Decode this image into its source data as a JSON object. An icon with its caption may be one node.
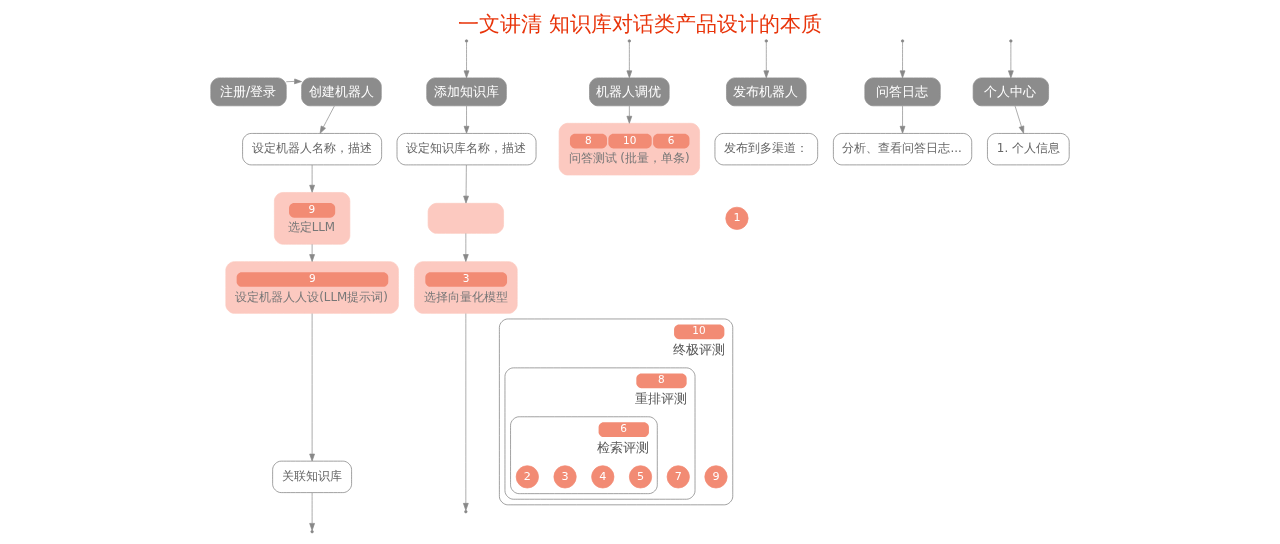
{
  "diagram": {
    "title": "一文讲清 知识库对话类产品设计的本质",
    "nodes": [
      {
        "text": [
          "注册/登录"
        ]
      },
      {
        "text": [
          "创建机器人"
        ]
      },
      {
        "text": [
          "添加知识库"
        ]
      },
      {
        "text": [
          "机器人调优"
        ]
      },
      {
        "text": [
          "发布机器人"
        ]
      },
      {
        "text": [
          "问答日志"
        ]
      },
      {
        "text": [
          "个人中心"
        ]
      },
      {
        "text": [
          "设定机器人名称，描述"
        ]
      },
      {
        "text": [
          "9",
          "选定LLM"
        ]
      },
      {
        "text": [
          "9",
          "设定机器人人设(LLM提示词)"
        ]
      },
      {
        "text": [
          "关联知识库"
        ]
      },
      {
        "text": [
          "设定知识库名称，描述"
        ]
      },
      {
        "text": [],
        "shape": "box"
      },
      {
        "text": [
          "3",
          "选择向量化模型"
        ]
      },
      {
        "text": [
          "8",
          "10",
          "6",
          "问答测试 (批量，单条)"
        ]
      },
      {
        "text": [
          "发布到多渠道："
        ]
      },
      {
        "text": [
          "分析、查看问答日志..."
        ]
      },
      {
        "text": [
          "1. 个人信息"
        ]
      },
      {
        "text": [
          "10",
          "终极评测"
        ]
      },
      {
        "text": [
          "8",
          "重排评测"
        ],
        "in": 18
      },
      {
        "text": [
          "6",
          "检索评测"
        ],
        "in": 19
      }
    ],
    "edges": [
      {
        "from": 0,
        "to": 1,
        "arrow": "to"
      },
      {
        "from": 1,
        "to": 7,
        "arrow": "to"
      },
      {
        "from": 7,
        "to": 8,
        "arrow": "to"
      },
      {
        "from": 8,
        "to": 9,
        "arrow": "to"
      },
      {
        "from": 9,
        "to": 10,
        "arrow": "to"
      },
      {
        "from": 10,
        "to": null,
        "arrow": "to"
      },
      {
        "from": null,
        "to": 2,
        "arrow": "to"
      },
      {
        "from": 2,
        "to": 11,
        "arrow": "to"
      },
      {
        "from": 11,
        "to": 12,
        "arrow": "to"
      },
      {
        "from": 12,
        "to": 13,
        "arrow": "to"
      },
      {
        "from": 13,
        "to": null,
        "arrow": "to"
      },
      {
        "from": null,
        "to": 3,
        "arrow": "to"
      },
      {
        "from": 3,
        "to": 14,
        "arrow": "to"
      },
      {
        "from": null,
        "to": 4,
        "arrow": "to"
      },
      {
        "from": null,
        "to": 5,
        "arrow": "to"
      },
      {
        "from": 5,
        "to": 16,
        "arrow": "to"
      },
      {
        "from": null,
        "to": 6,
        "arrow": "to"
      },
      {
        "from": 6,
        "to": 17,
        "arrow": "to"
      }
    ],
    "labels": [
      "1",
      "2",
      "3",
      "4",
      "5",
      "7",
      "9"
    ]
  }
}
